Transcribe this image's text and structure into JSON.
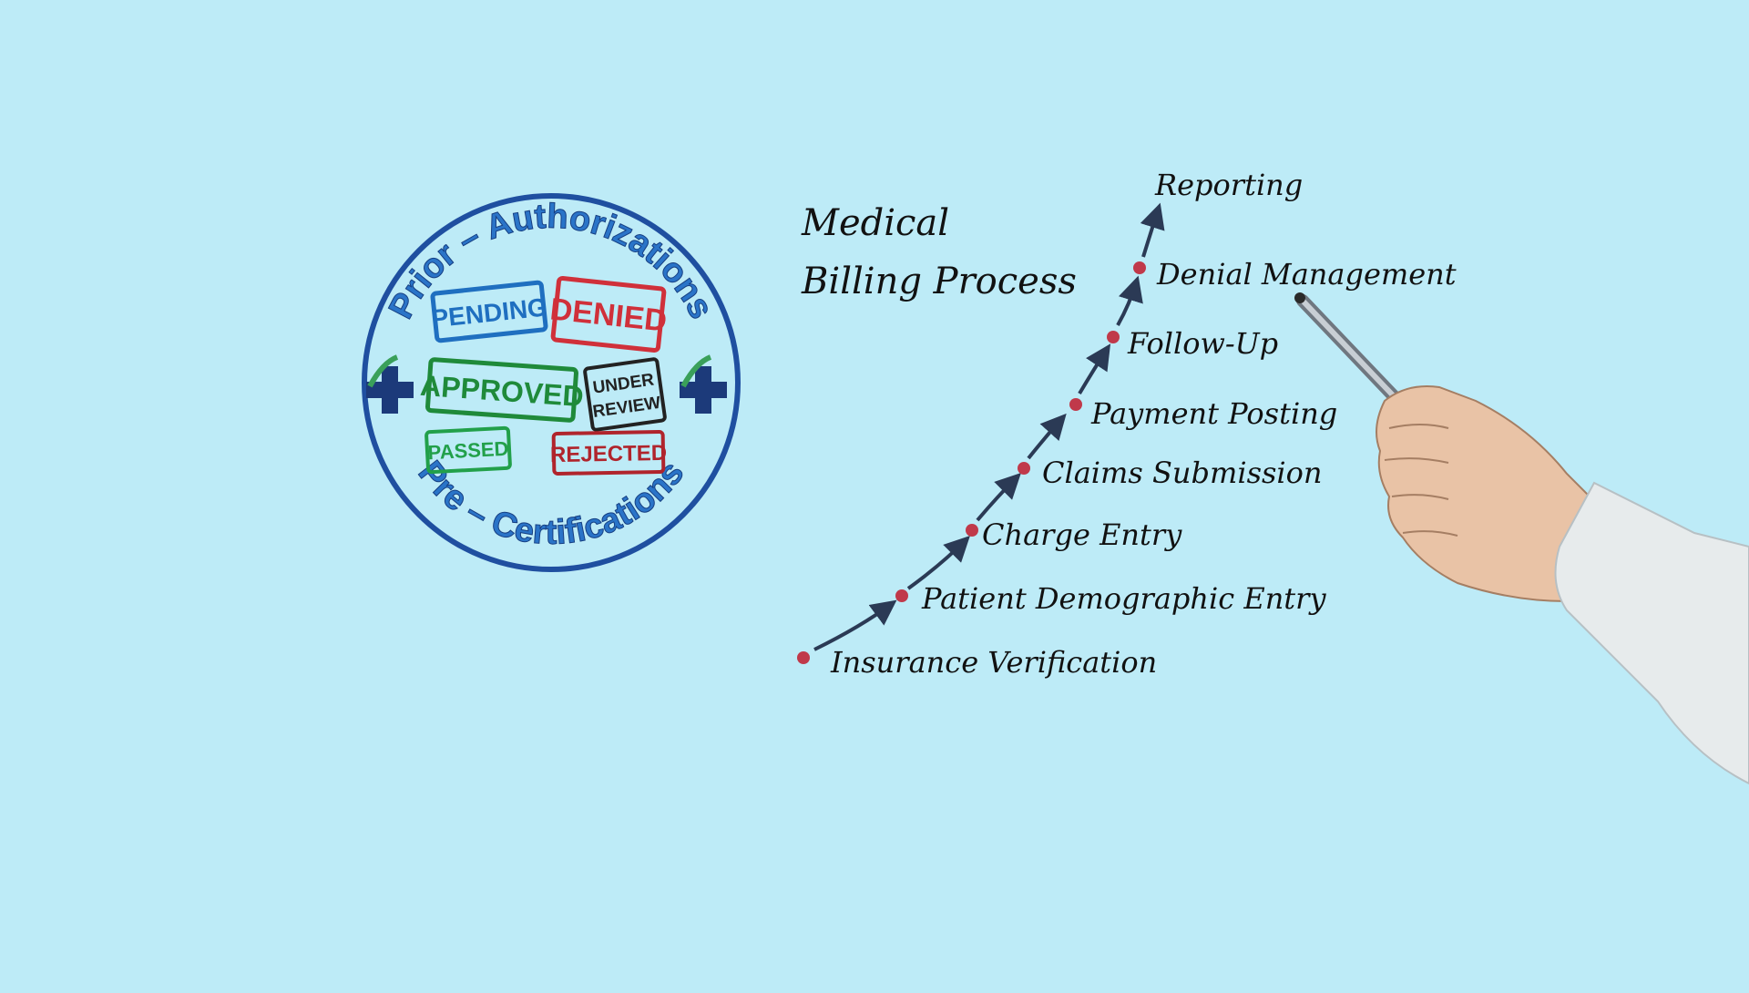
{
  "badge": {
    "top_text": "Prior – Authorizations",
    "bottom_text": "Pre – Certifications",
    "ring_color": "#1f4fa0",
    "stamps": [
      {
        "label": "PENDING",
        "color": "#1f6fc0"
      },
      {
        "label": "DENIED",
        "color": "#d0303a"
      },
      {
        "label": "APPROVED",
        "color": "#1f8a3a"
      },
      {
        "label": "UNDER",
        "color": "#222222"
      },
      {
        "label": "REVIEW",
        "color": "#222222"
      },
      {
        "label": "PASSED",
        "color": "#22a04a"
      },
      {
        "label": "REJECTED",
        "color": "#b0242c"
      }
    ]
  },
  "process": {
    "title_line1": "Medical",
    "title_line2": "Billing Process",
    "dot_color": "#c0394a",
    "arrow_color": "#2b3a55",
    "steps": [
      "Insurance Verification",
      "Patient Demographic Entry",
      "Charge Entry",
      "Claims Submission",
      "Payment Posting",
      "Follow-Up",
      "Denial Management",
      "Reporting"
    ]
  }
}
